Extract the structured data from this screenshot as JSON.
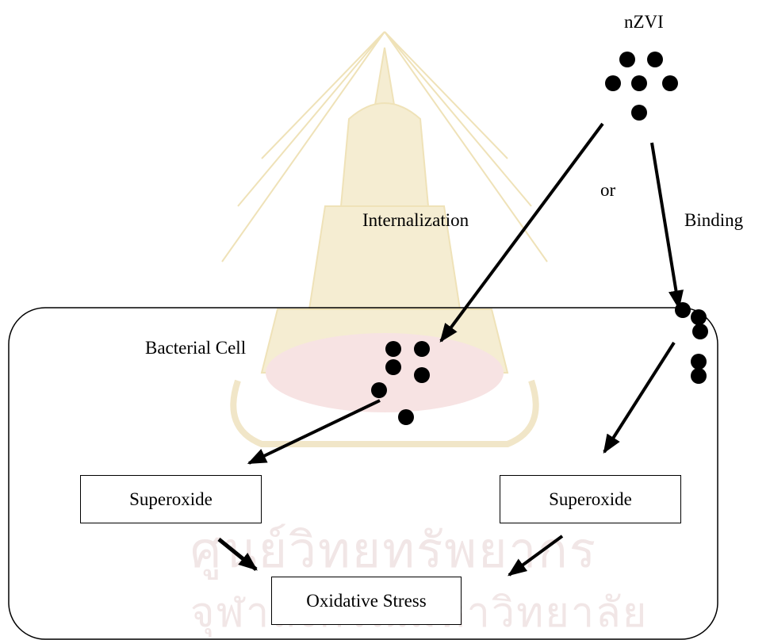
{
  "diagram": {
    "labels": {
      "nzvi": "nZVI",
      "or": "or",
      "internalization": "Internalization",
      "binding": "Binding",
      "bacterial_cell": "Bacterial Cell"
    },
    "boxes": {
      "superoxide_left": "Superoxide",
      "superoxide_right": "Superoxide",
      "oxidative_stress": "Oxidative Stress"
    }
  },
  "watermark": {
    "line1": "ศูนย์วิทยทรัพยากร",
    "line2": "จุฬาลงกรณ์มหาวิทยาลัย"
  },
  "colors": {
    "ink": "#000000",
    "watermark_emblem": "#f3e9c8",
    "watermark_text": "#f1e6e6"
  }
}
